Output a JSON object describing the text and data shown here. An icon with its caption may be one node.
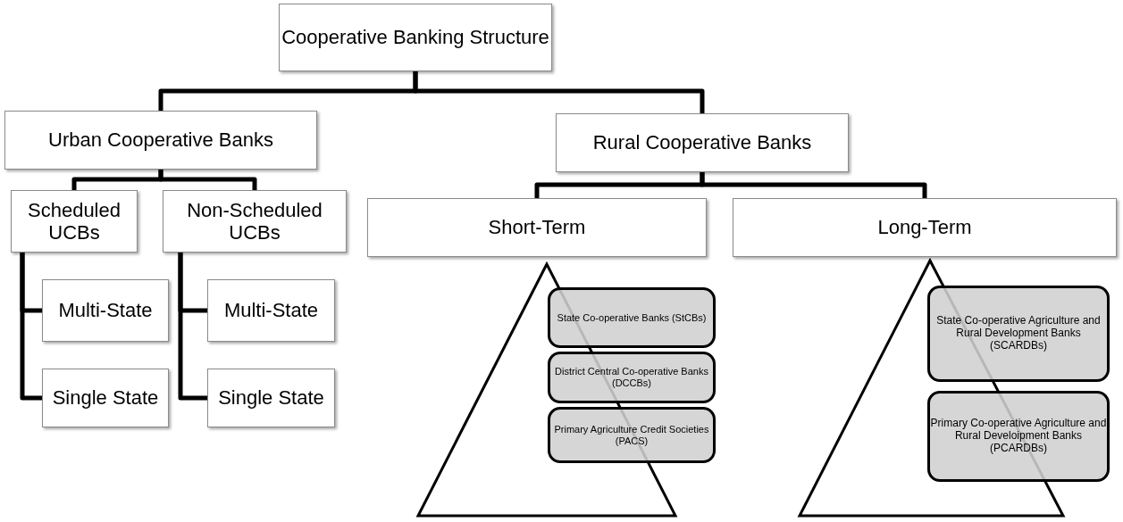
{
  "diagram": {
    "nodes": [
      {
        "text": [
          "Cooperative Banking Structure"
        ]
      },
      {
        "text": [
          "Urban Cooperative Banks"
        ]
      },
      {
        "text": [
          "Rural Cooperative Banks"
        ]
      },
      {
        "text": [
          "Scheduled UCBs"
        ]
      },
      {
        "text": [
          "Non-Scheduled UCBs"
        ]
      },
      {
        "text": [
          "Multi-State"
        ]
      },
      {
        "text": [
          "Single State"
        ]
      },
      {
        "text": [
          "Multi-State"
        ]
      },
      {
        "text": [
          "Single State"
        ]
      },
      {
        "text": [
          "Short-Term"
        ]
      },
      {
        "text": [
          "Long-Term"
        ]
      },
      {
        "text": [
          "State Co-operative Banks (StCBs)"
        ]
      },
      {
        "text": [
          "District Central Co-operative Banks (DCCBs)"
        ]
      },
      {
        "text": [
          "Primary Agriculture Credit Societies (PACS)"
        ]
      },
      {
        "text": [
          "State Co-operative Agriculture and Rural Development Banks (SCARDBs)"
        ]
      },
      {
        "text": [
          "Primary Co-operative Agriculture and Rural Develoipment Banks (PCARDBs)"
        ]
      }
    ],
    "edges": [
      {
        "from": 0,
        "to": 1,
        "arrow": "none"
      },
      {
        "from": 0,
        "to": 2,
        "arrow": "none"
      },
      {
        "from": 1,
        "to": 3,
        "arrow": "none"
      },
      {
        "from": 1,
        "to": 4,
        "arrow": "none"
      },
      {
        "from": 2,
        "to": 9,
        "arrow": "none"
      },
      {
        "from": 2,
        "to": 10,
        "arrow": "none"
      },
      {
        "from": 3,
        "to": 5,
        "arrow": "none"
      },
      {
        "from": 3,
        "to": 6,
        "arrow": "none"
      },
      {
        "from": 4,
        "to": 7,
        "arrow": "none"
      },
      {
        "from": 4,
        "to": 8,
        "arrow": "none"
      }
    ]
  }
}
